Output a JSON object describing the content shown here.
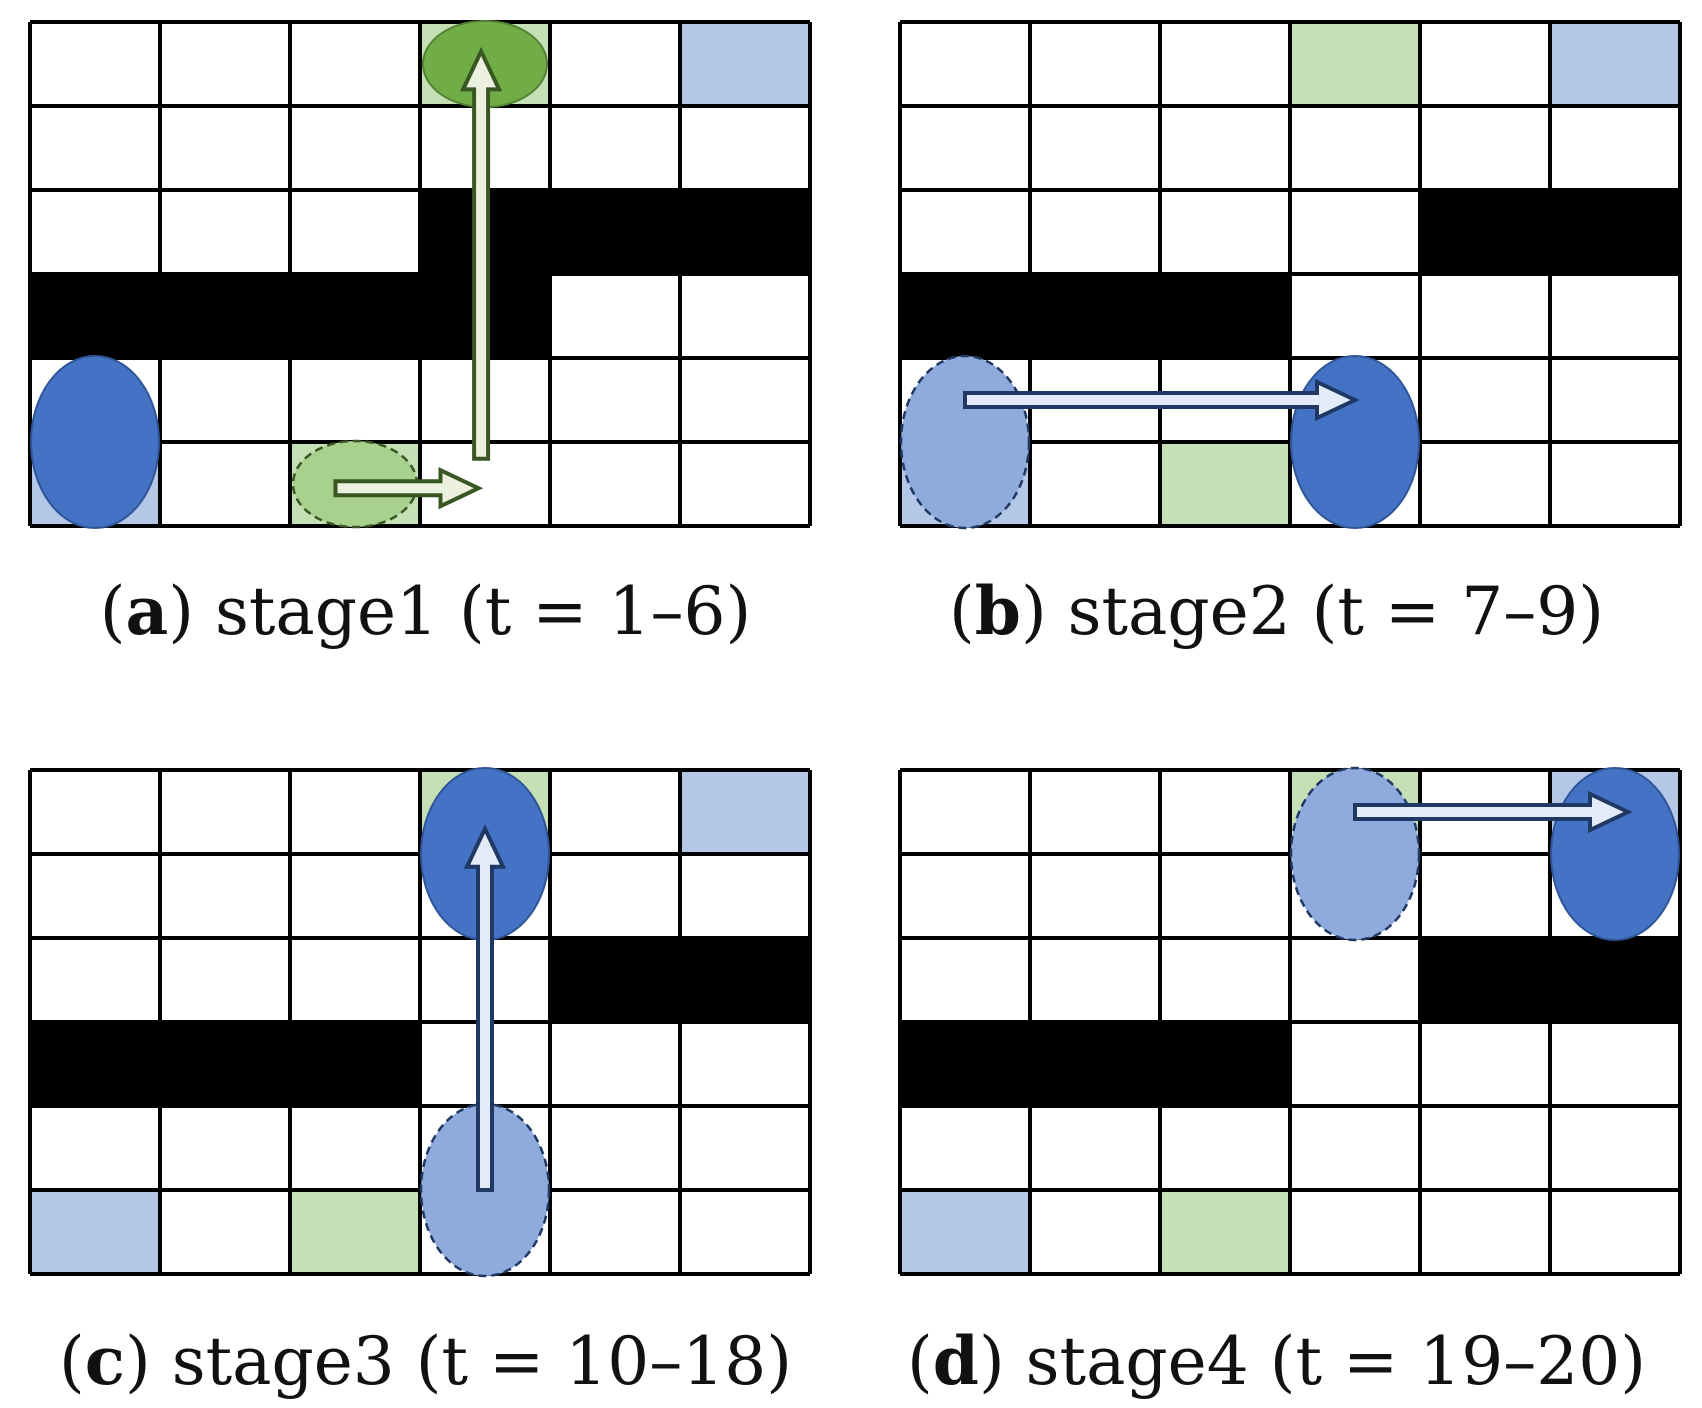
{
  "panels": [
    {
      "id": "a",
      "caption": {
        "letter": "a",
        "text": ") stage1 (t = 1–6)"
      },
      "obstacles": [
        [
          2,
          3
        ],
        [
          2,
          4
        ],
        [
          2,
          5
        ],
        [
          3,
          0
        ],
        [
          3,
          1
        ],
        [
          3,
          2
        ],
        [
          3,
          3
        ]
      ],
      "cells": [
        {
          "row": 0,
          "col": 3,
          "kind": "green-target"
        },
        {
          "row": 0,
          "col": 5,
          "kind": "blue-target"
        },
        {
          "row": 5,
          "col": 0,
          "kind": "blue-target"
        },
        {
          "row": 5,
          "col": 2,
          "kind": "green-target"
        }
      ],
      "agents": [
        {
          "type": "green",
          "state": "current",
          "row": 0,
          "col": 3
        },
        {
          "type": "green",
          "state": "previous",
          "row": 5,
          "col": 2
        },
        {
          "type": "blue",
          "state": "current",
          "row": 4.5,
          "col": 0
        }
      ],
      "arrows": [
        {
          "type": "green",
          "points": [
            [
              5,
              2.5
            ],
            [
              5,
              3.3
            ],
            [
              5,
              3.5
            ],
            [
              0,
              3.5
            ]
          ],
          "polyline": true
        }
      ]
    },
    {
      "id": "b",
      "caption": {
        "letter": "b",
        "text": ") stage2 (t = 7–9)"
      },
      "obstacles": [
        [
          2,
          4
        ],
        [
          2,
          5
        ],
        [
          3,
          0
        ],
        [
          3,
          1
        ],
        [
          3,
          2
        ]
      ],
      "cells": [
        {
          "row": 0,
          "col": 3,
          "kind": "green-target"
        },
        {
          "row": 0,
          "col": 5,
          "kind": "blue-target"
        },
        {
          "row": 5,
          "col": 0,
          "kind": "blue-target"
        },
        {
          "row": 5,
          "col": 2,
          "kind": "green-target"
        }
      ],
      "agents": [
        {
          "type": "blue",
          "state": "previous",
          "row": 4.5,
          "col": 0
        },
        {
          "type": "blue",
          "state": "current",
          "row": 4.5,
          "col": 3
        }
      ],
      "arrows": [
        {
          "type": "blue",
          "from": [
            4.5,
            0.5
          ],
          "to": [
            4.5,
            3.5
          ]
        }
      ]
    },
    {
      "id": "c",
      "caption": {
        "letter": "c",
        "text": ") stage3 (t = 10–18)"
      },
      "obstacles": [
        [
          2,
          4
        ],
        [
          2,
          5
        ],
        [
          3,
          0
        ],
        [
          3,
          1
        ],
        [
          3,
          2
        ]
      ],
      "cells": [
        {
          "row": 0,
          "col": 3,
          "kind": "green-target"
        },
        {
          "row": 0,
          "col": 5,
          "kind": "blue-target"
        },
        {
          "row": 5,
          "col": 0,
          "kind": "blue-target"
        },
        {
          "row": 5,
          "col": 2,
          "kind": "green-target"
        }
      ],
      "agents": [
        {
          "type": "blue",
          "state": "current",
          "row": 0.5,
          "col": 3
        },
        {
          "type": "blue",
          "state": "previous",
          "row": 4.5,
          "col": 3
        }
      ],
      "arrows": [
        {
          "type": "blue",
          "from": [
            5,
            3.5
          ],
          "to": [
            0.7,
            3.5
          ]
        }
      ]
    },
    {
      "id": "d",
      "caption": {
        "letter": "d",
        "text": ") stage4 (t = 19–20)"
      },
      "obstacles": [
        [
          2,
          4
        ],
        [
          2,
          5
        ],
        [
          3,
          0
        ],
        [
          3,
          1
        ],
        [
          3,
          2
        ]
      ],
      "cells": [
        {
          "row": 0,
          "col": 3,
          "kind": "green-target"
        },
        {
          "row": 0,
          "col": 5,
          "kind": "blue-target"
        },
        {
          "row": 5,
          "col": 0,
          "kind": "blue-target"
        },
        {
          "row": 5,
          "col": 2,
          "kind": "green-target"
        }
      ],
      "agents": [
        {
          "type": "blue",
          "state": "previous",
          "row": 0.5,
          "col": 3
        },
        {
          "type": "blue",
          "state": "current",
          "row": 0.5,
          "col": 5
        }
      ],
      "arrows": [
        {
          "type": "blue",
          "from": [
            0.5,
            3.5
          ],
          "to": [
            0.5,
            5.6
          ]
        }
      ]
    }
  ],
  "colors": {
    "grid_line": "#000000",
    "obstacle": "#000000",
    "blue_target": "#b4c7e7",
    "green_target": "#c5e0b4",
    "blue_agent": "#4472c4",
    "blue_agent_previous": "#8faadc",
    "blue_agent_stroke": "#2f5597",
    "blue_previous_stroke": "#203864",
    "green_agent": "#70ad47",
    "green_agent_previous": "#a9d18e",
    "green_agent_stroke": "#548235",
    "green_arrow_stroke": "#385723",
    "blue_arrow_stroke": "#203864",
    "arrow_fill_blue": "#e2ebf7",
    "arrow_fill_green": "#ebf1de"
  }
}
